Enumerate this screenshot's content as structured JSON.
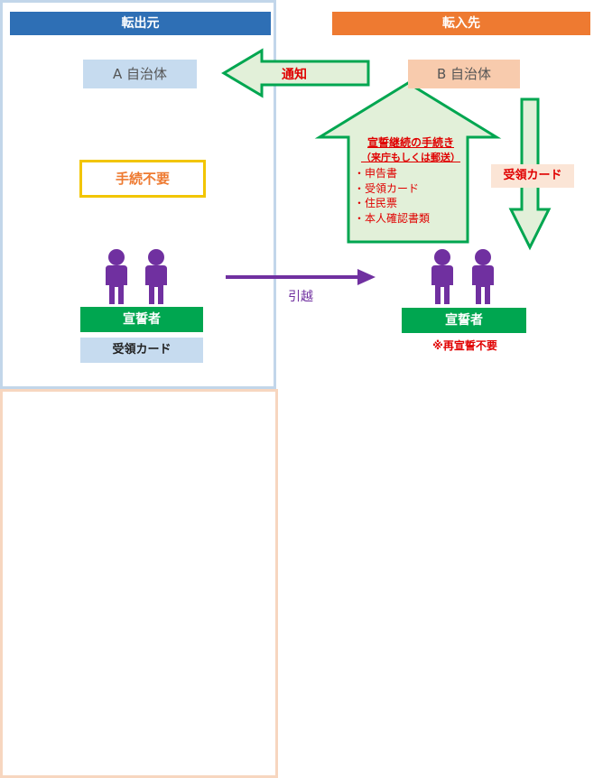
{
  "left": {
    "header": "転出元",
    "authority": "A 自治体",
    "no_procedure": "手続不要",
    "oath": "宣誓者",
    "card": "受領カード"
  },
  "right": {
    "header": "転入先",
    "authority": "B 自治体",
    "oath": "宣誓者",
    "note": "※再宣誓不要"
  },
  "arrows": {
    "notify": "通知",
    "card": "受領カード",
    "move": "引越"
  },
  "procedure": {
    "title": "宣誓継続の手続き",
    "subtitle": "（来庁もしくは郵送）",
    "items": [
      "・申告書",
      "・受領カード",
      "・住民票",
      "・本人確認書類"
    ]
  },
  "colors": {
    "left_header": "#2e6fb5",
    "right_header": "#ee7a31",
    "green": "#00a650",
    "purple": "#7030a0",
    "red_text": "#e00000"
  }
}
